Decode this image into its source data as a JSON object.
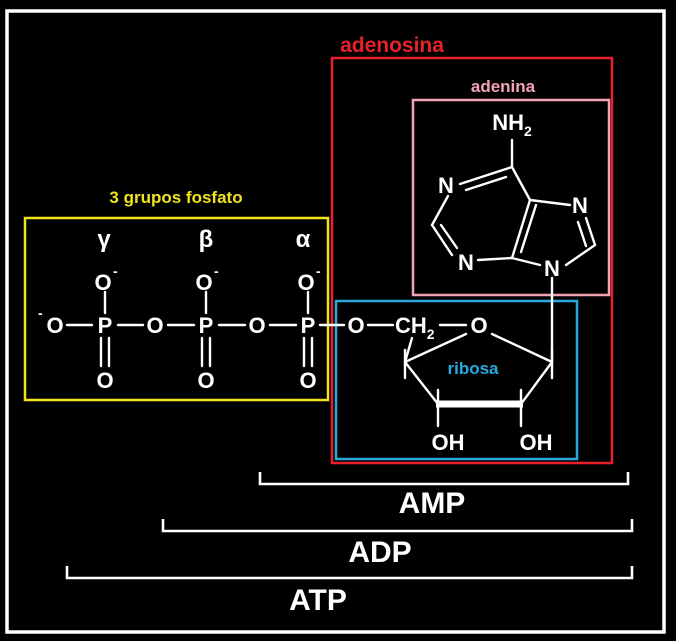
{
  "labels": {
    "adenosina": "adenosina",
    "adenina": "adenina",
    "ribosa": "ribosa",
    "fosfatos": "3 grupos fosfato",
    "gamma": "γ",
    "beta": "β",
    "alpha": "α",
    "amp": "AMP",
    "adp": "ADP",
    "atp": "ATP"
  },
  "atoms": {
    "O": "O",
    "P": "P",
    "N": "N",
    "NH": "NH",
    "OH": "OH",
    "CH": "CH",
    "two": "2",
    "minus": "-"
  },
  "colors": {
    "background": "#000000",
    "frame": "#ffffff",
    "adenosina": "#e8202a",
    "adenina": "#f4a3b4",
    "ribosa": "#29a8e0",
    "fosfatos": "#f0e41c"
  }
}
